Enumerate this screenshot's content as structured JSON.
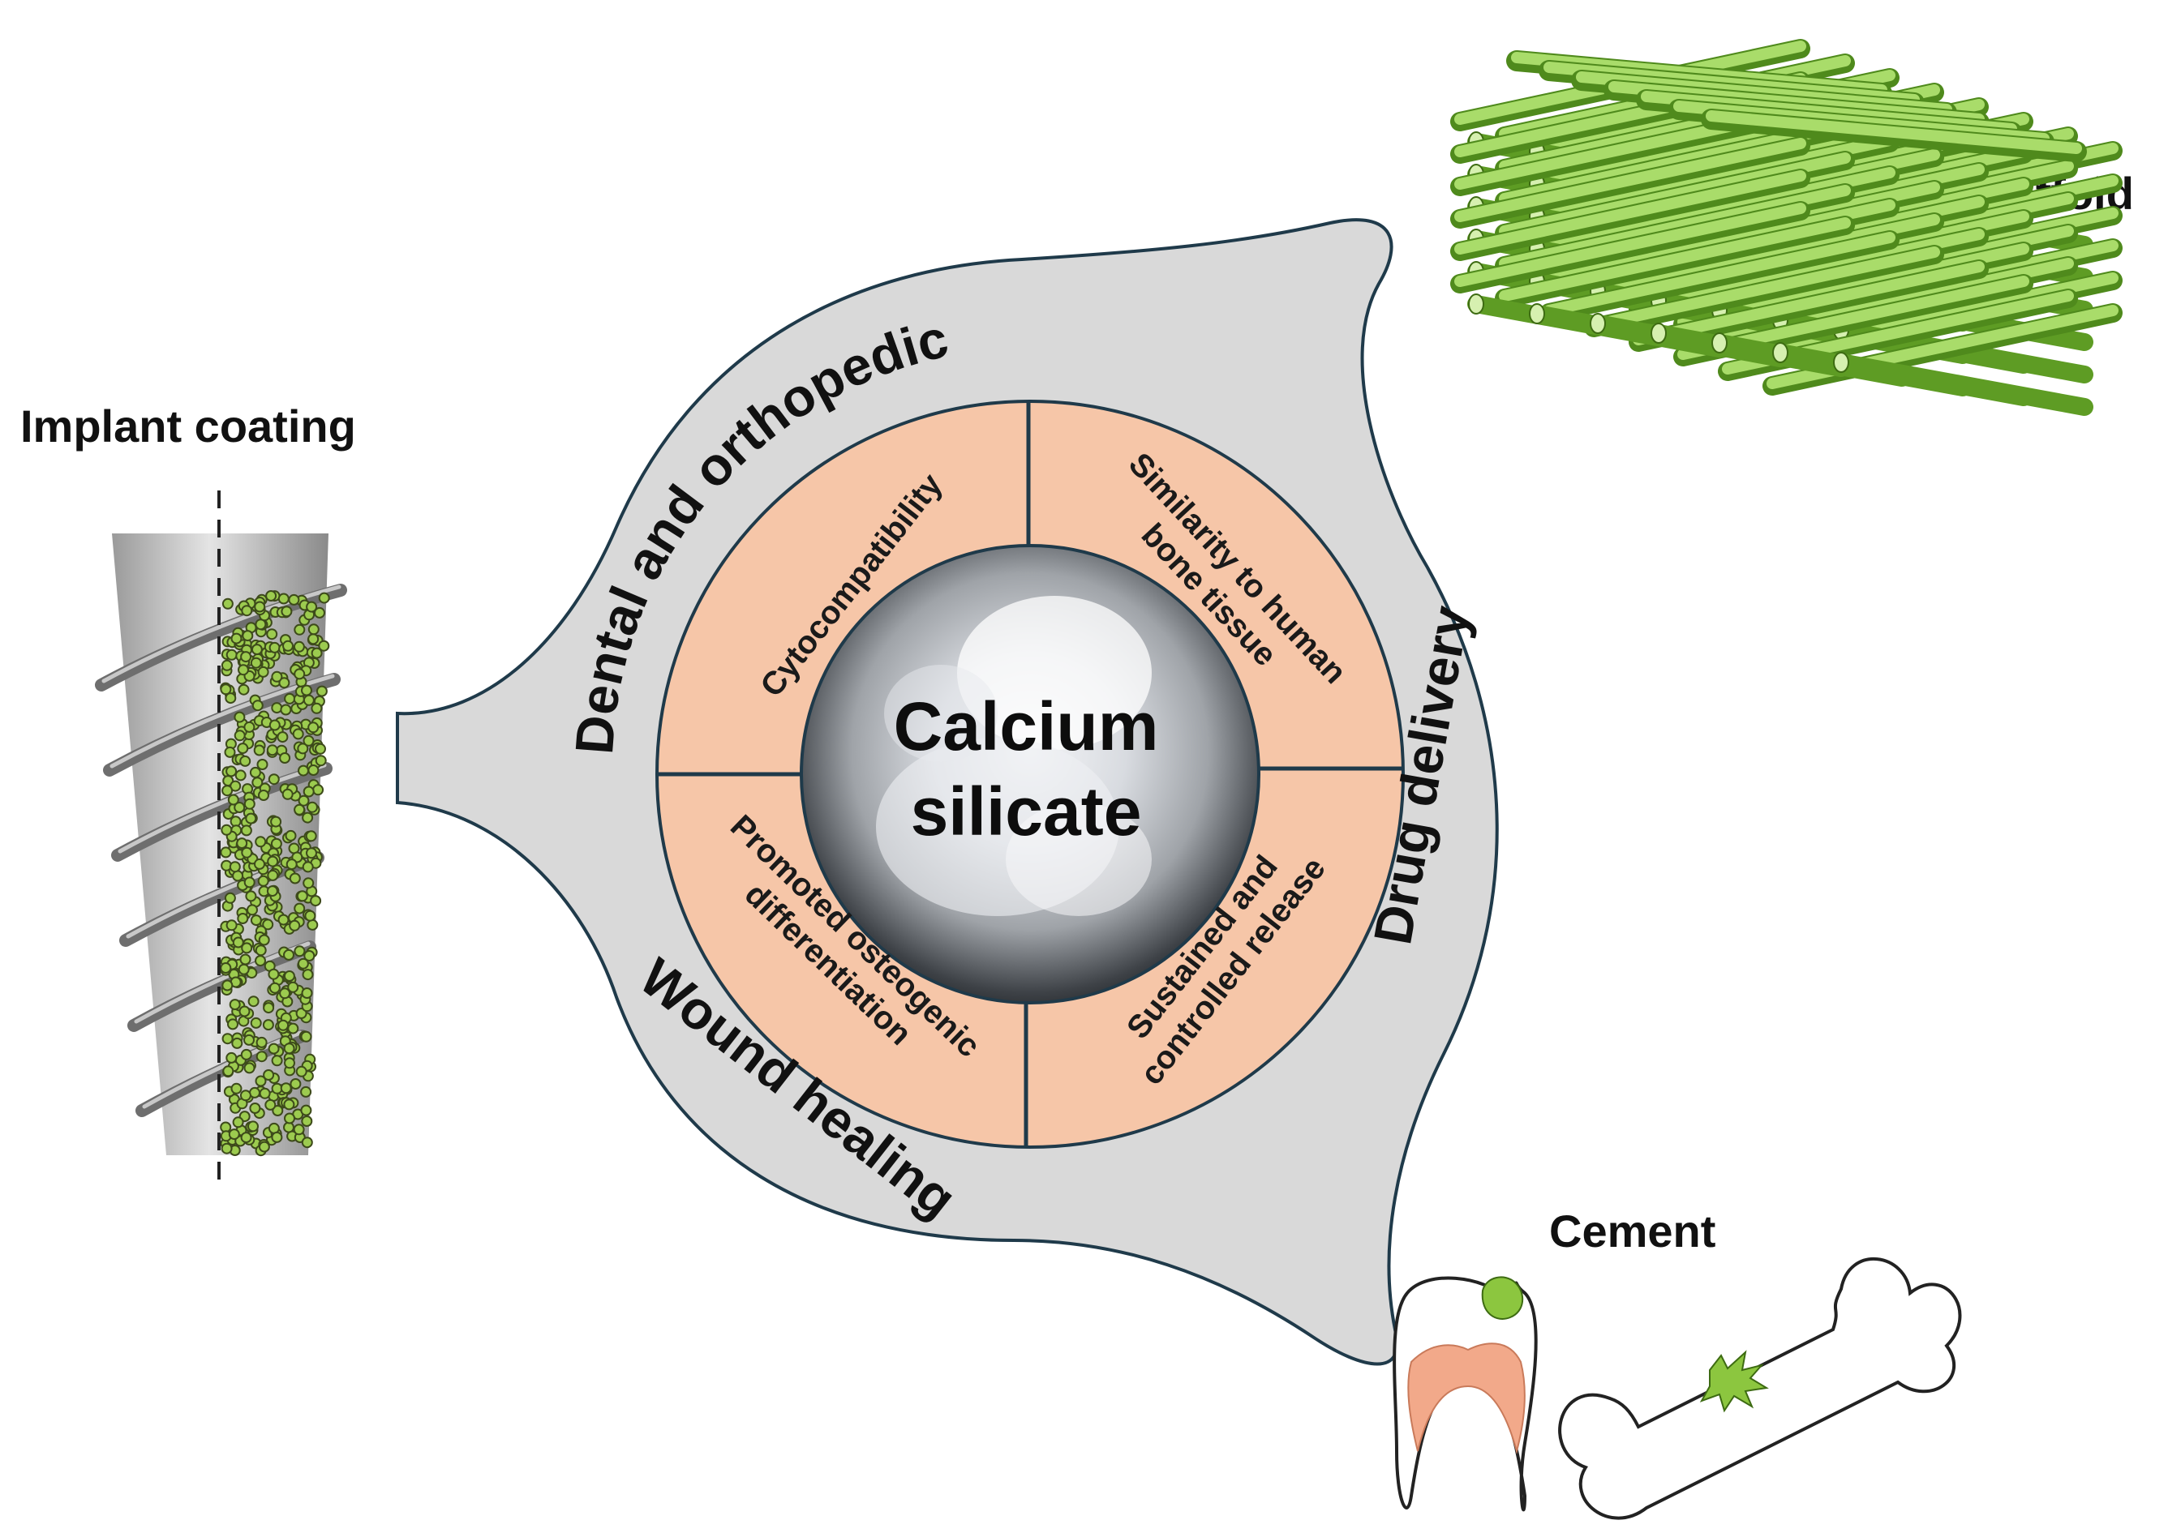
{
  "center": {
    "line1": "Calcium",
    "line2": "silicate"
  },
  "applications": {
    "dental": "Dental and orthopedic",
    "drug": "Drug delivery",
    "wound": "Wound healing"
  },
  "properties": {
    "cyto": "Cytocompatibility",
    "similarity_1": "Similarity to human",
    "similarity_2": "bone tissue",
    "osteo_1": "Promoted osteogenic",
    "osteo_2": "differentiation",
    "release_1": "Sustained and",
    "release_2": "controlled release"
  },
  "examples": {
    "implant": "Implant coating",
    "scaffold": "Scaffold",
    "cement": "Cement"
  },
  "colors": {
    "ring": "#d9d9d9",
    "quadrant": "#f6c6a8",
    "outline": "#1f3a4a",
    "green": "#8cc63f",
    "green_dark": "#3d6b12",
    "pulp": "#f2a98a"
  }
}
